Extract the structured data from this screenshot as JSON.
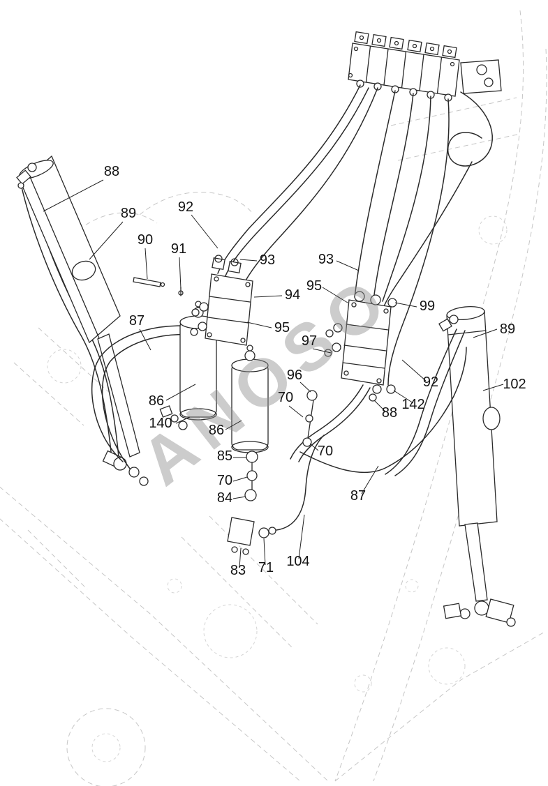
{
  "watermark": {
    "text": "ANOSO"
  },
  "callouts": [
    {
      "part": "88"
    },
    {
      "part": "89"
    },
    {
      "part": "90"
    },
    {
      "part": "91"
    },
    {
      "part": "92"
    },
    {
      "part": "93"
    },
    {
      "part": "93"
    },
    {
      "part": "94"
    },
    {
      "part": "95"
    },
    {
      "part": "99"
    },
    {
      "part": "95"
    },
    {
      "part": "97"
    },
    {
      "part": "89"
    },
    {
      "part": "87"
    },
    {
      "part": "102"
    },
    {
      "part": "92"
    },
    {
      "part": "86"
    },
    {
      "part": "140"
    },
    {
      "part": "96"
    },
    {
      "part": "70"
    },
    {
      "part": "88"
    },
    {
      "part": "142"
    },
    {
      "part": "86"
    },
    {
      "part": "85"
    },
    {
      "part": "70"
    },
    {
      "part": "84"
    },
    {
      "part": "70"
    },
    {
      "part": "87"
    },
    {
      "part": "83"
    },
    {
      "part": "71"
    },
    {
      "part": "104"
    }
  ]
}
